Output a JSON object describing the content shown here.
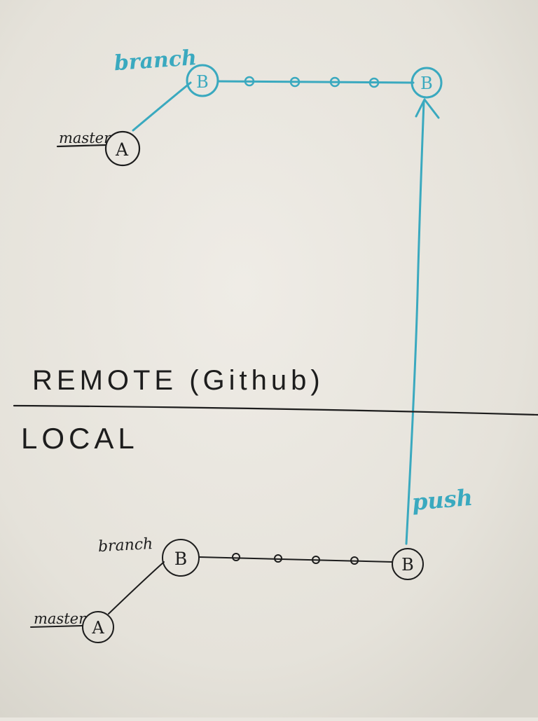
{
  "colors": {
    "paper": "#e9e6df",
    "ink_black": "#1d1d1d",
    "ink_teal": "#3aa9bf"
  },
  "remote": {
    "section_label": "REMOTE (Github)",
    "branch_label": "branch",
    "master_label": "master",
    "node_a": "A",
    "node_b_start": "B",
    "node_b_end": "B"
  },
  "local": {
    "section_label": "LOCAL",
    "branch_label": "branch",
    "master_label": "master",
    "push_label": "push",
    "node_a": "A",
    "node_b_start": "B",
    "node_b_end": "B"
  }
}
